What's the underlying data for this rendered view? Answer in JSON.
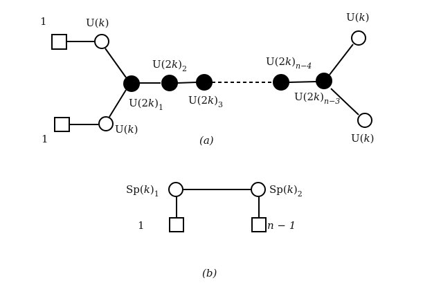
{
  "diagram_a": {
    "caption": "(a)",
    "flavor_top_label": "1",
    "flavor_bottom_label": "1",
    "top_left_node": {
      "base": "U(",
      "var": "k",
      "close": ")"
    },
    "bottom_left_node": {
      "base": "U(",
      "var": "k",
      "close": ")"
    },
    "chain": [
      {
        "base": "U(2",
        "var": "k",
        "close": ")",
        "sub": "1"
      },
      {
        "base": "U(2",
        "var": "k",
        "close": ")",
        "sub": "2"
      },
      {
        "base": "U(2",
        "var": "k",
        "close": ")",
        "sub": "3"
      },
      {
        "base": "U(2",
        "var": "k",
        "close": ")",
        "sub": "n−4"
      },
      {
        "base": "U(2",
        "var": "k",
        "close": ")",
        "sub": "n−3"
      }
    ],
    "top_right_node": {
      "base": "U(",
      "var": "k",
      "close": ")"
    },
    "bottom_right_node": {
      "base": "U(",
      "var": "k",
      "close": ")"
    }
  },
  "diagram_b": {
    "caption": "(b)",
    "left_gauge": {
      "base": "Sp(",
      "var": "k",
      "close": ")",
      "sub": "1"
    },
    "right_gauge": {
      "base": "Sp(",
      "var": "k",
      "close": ")",
      "sub": "2"
    },
    "left_flavor": "1",
    "right_flavor": "n − 1"
  }
}
